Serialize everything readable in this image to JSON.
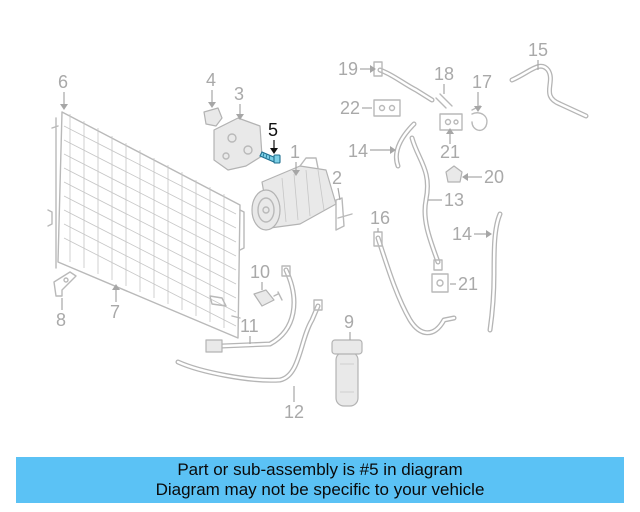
{
  "diagram": {
    "callouts": {
      "c1": "1",
      "c2": "2",
      "c3": "3",
      "c4": "4",
      "c5": "5",
      "c6": "6",
      "c7": "7",
      "c8": "8",
      "c9": "9",
      "c10": "10",
      "c11": "11",
      "c12": "12",
      "c13": "13",
      "c14a": "14",
      "c14b": "14",
      "c15": "15",
      "c16": "16",
      "c17": "17",
      "c18": "18",
      "c19": "19",
      "c20": "20",
      "c21a": "21",
      "c21b": "21",
      "c22": "22"
    },
    "highlight_color": "#111111",
    "part_color": "#b9b9b9"
  },
  "banner": {
    "line1": "Part or sub-assembly is #5 in diagram",
    "line2": "Diagram may not be specific to your vehicle",
    "background": "#5bc2f5"
  }
}
